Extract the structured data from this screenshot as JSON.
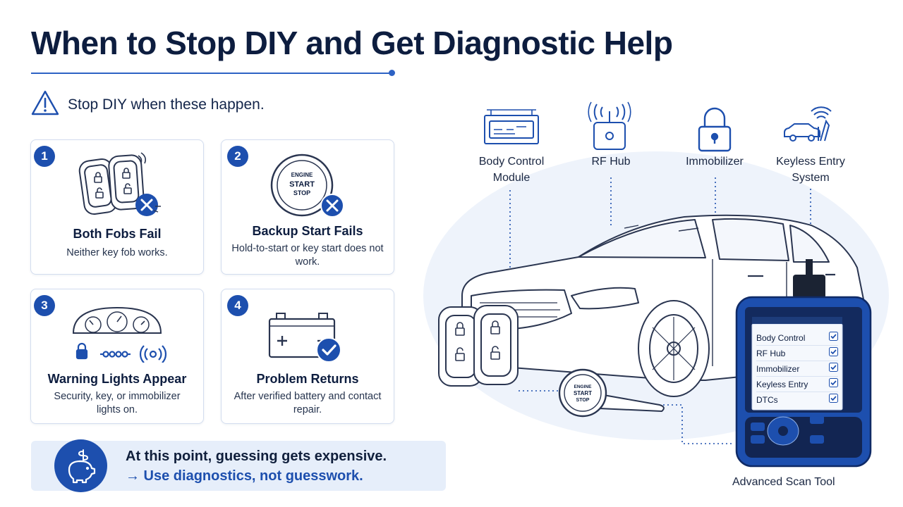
{
  "title": "When to Stop DIY and Get Diagnostic Help",
  "intro": {
    "text": "Stop DIY when these happen.",
    "icon": "warning-triangle-icon"
  },
  "cards": [
    {
      "number": "1",
      "title": "Both Fobs Fail",
      "desc": "Neither key fob works.",
      "icon": "two-key-fobs-x-icon"
    },
    {
      "number": "2",
      "title": "Backup Start Fails",
      "desc": "Hold-to-start or key start does not work.",
      "button_text": [
        "ENGINE",
        "START",
        "STOP"
      ],
      "icon": "start-button-x-icon"
    },
    {
      "number": "3",
      "title": "Warning Lights Appear",
      "desc": "Security, key, or immobilizer lights on.",
      "icon": "dashboard-warning-icon"
    },
    {
      "number": "4",
      "title": "Problem Returns",
      "desc": "After verified battery and contact repair.",
      "icon": "battery-check-icon"
    }
  ],
  "callout": {
    "line1": "At this point, guessing gets expensive.",
    "line2": "→ Use diagnostics, not guesswork.",
    "icon": "piggy-bank-dollar-icon"
  },
  "systems": [
    {
      "label": "Body Control Module",
      "icon": "module-box-icon"
    },
    {
      "label": "RF Hub",
      "icon": "rf-hub-icon"
    },
    {
      "label": "Immobilizer",
      "icon": "padlock-icon"
    },
    {
      "label": "Keyless Entry System",
      "icon": "car-signal-icon"
    }
  ],
  "scan_tool": {
    "label": "Advanced Scan Tool",
    "items": [
      "Body Control",
      "RF Hub",
      "Immobilizer",
      "Keyless Entry",
      "DTCs"
    ]
  },
  "start_button_text": [
    "ENGINE",
    "START",
    "STOP"
  ],
  "colors": {
    "accent": "#1d4fae",
    "navy": "#0d1d3f",
    "card_border": "#d3ddef",
    "callout_bg": "#e6eefa",
    "outline": "#2a3550"
  }
}
